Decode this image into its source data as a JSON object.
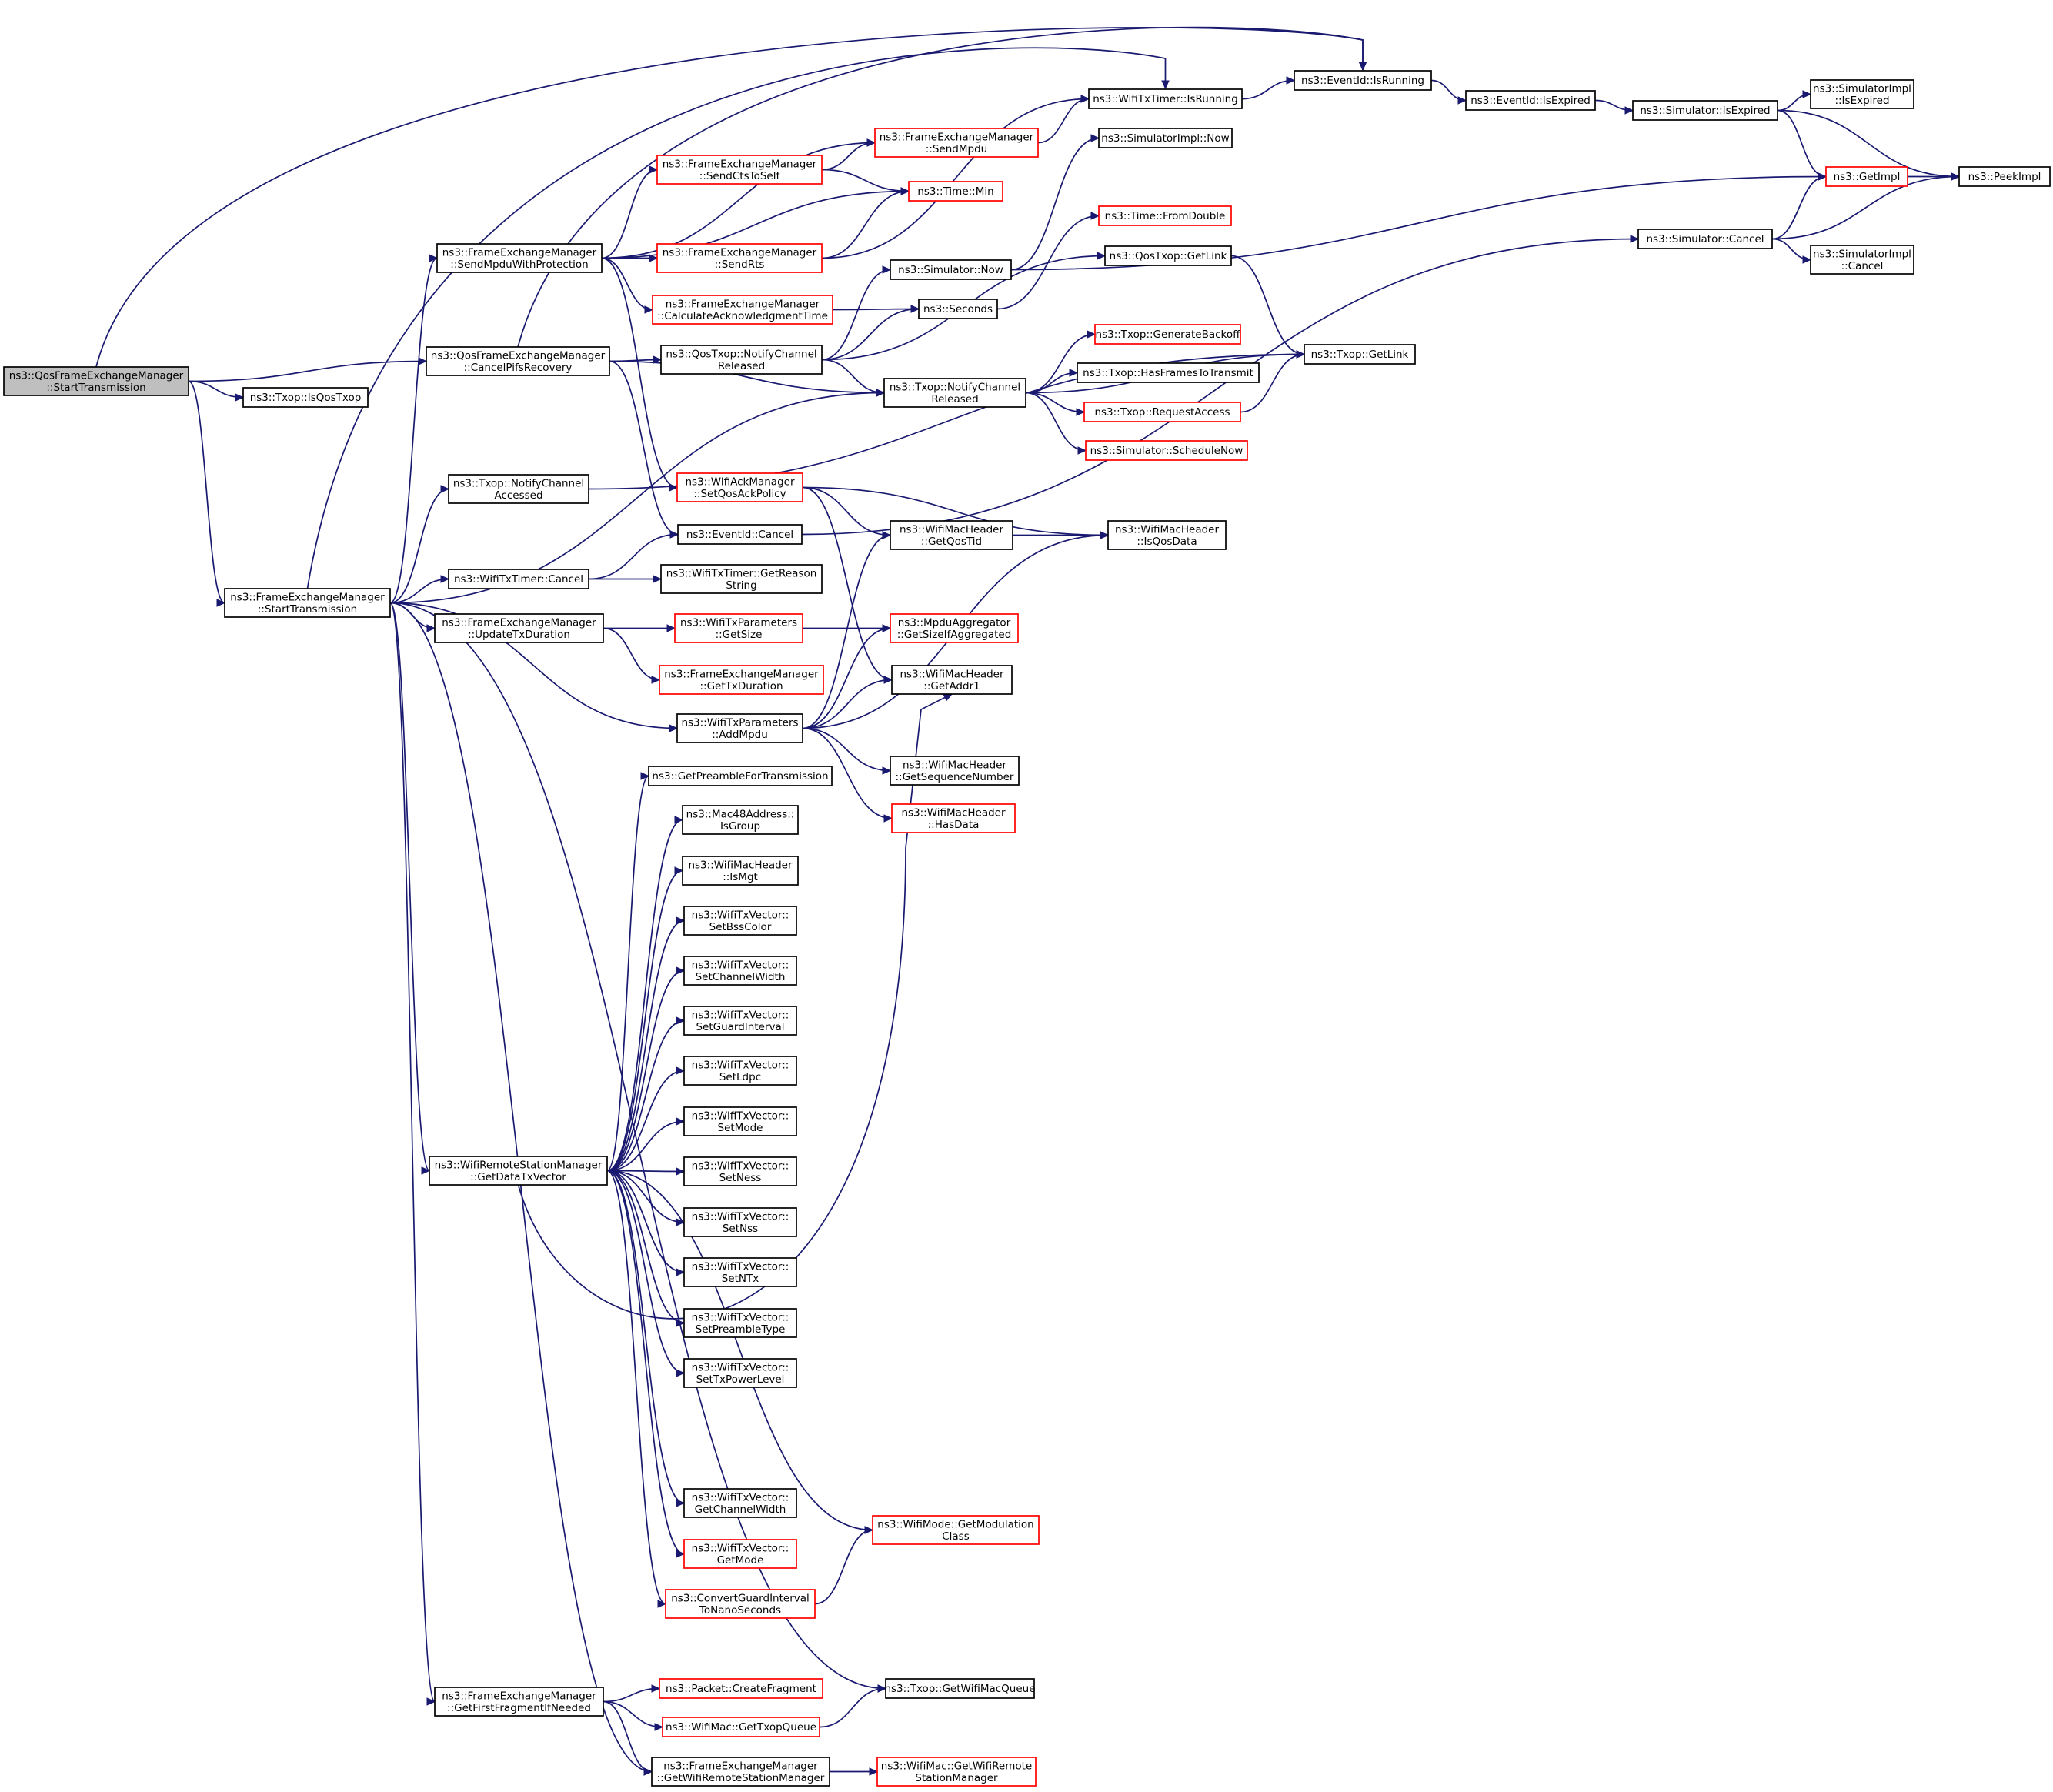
{
  "colors": {
    "edge": "#191970",
    "normal_border": "#000000",
    "red_border": "#ff0000",
    "root_fill": "#bfbfbf",
    "fill": "#ffffff"
  },
  "nodes": [
    {
      "id": "root",
      "lines": [
        "ns3::QosFrameExchangeManager",
        "::StartTransmission"
      ],
      "style": "root"
    },
    {
      "id": "isqos",
      "lines": [
        "ns3::Txop::IsQosTxop"
      ],
      "style": "normal"
    },
    {
      "id": "cpr",
      "lines": [
        "ns3::QosFrameExchangeManager",
        "::CancelPifsRecovery"
      ],
      "style": "normal"
    },
    {
      "id": "fst",
      "lines": [
        "ns3::FrameExchangeManager",
        "::StartTransmission"
      ],
      "style": "normal"
    },
    {
      "id": "smwp",
      "lines": [
        "ns3::FrameExchangeManager",
        "::SendMpduWithProtection"
      ],
      "style": "normal"
    },
    {
      "id": "sendmpdu",
      "lines": [
        "ns3::FrameExchangeManager",
        "::SendMpdu"
      ],
      "style": "red"
    },
    {
      "id": "sctself",
      "lines": [
        "ns3::FrameExchangeManager",
        "::SendCtsToSelf"
      ],
      "style": "red"
    },
    {
      "id": "timemin",
      "lines": [
        "ns3::Time::Min"
      ],
      "style": "red"
    },
    {
      "id": "sendrts",
      "lines": [
        "ns3::FrameExchangeManager",
        "::SendRts"
      ],
      "style": "red"
    },
    {
      "id": "calcack",
      "lines": [
        "ns3::FrameExchangeManager",
        "::CalculateAcknowledgmentTime"
      ],
      "style": "red"
    },
    {
      "id": "wtimerrun",
      "lines": [
        "ns3::WifiTxTimer::IsRunning"
      ],
      "style": "normal"
    },
    {
      "id": "evrun",
      "lines": [
        "ns3::EventId::IsRunning"
      ],
      "style": "normal"
    },
    {
      "id": "evexp",
      "lines": [
        "ns3::EventId::IsExpired"
      ],
      "style": "normal"
    },
    {
      "id": "simexp",
      "lines": [
        "ns3::Simulator::IsExpired"
      ],
      "style": "normal"
    },
    {
      "id": "siexp",
      "lines": [
        "ns3::SimulatorImpl",
        "::IsExpired"
      ],
      "style": "normal"
    },
    {
      "id": "getimpl",
      "lines": [
        "ns3::GetImpl"
      ],
      "style": "red"
    },
    {
      "id": "peek",
      "lines": [
        "ns3::PeekImpl"
      ],
      "style": "normal"
    },
    {
      "id": "simcancel",
      "lines": [
        "ns3::Simulator::Cancel"
      ],
      "style": "normal"
    },
    {
      "id": "sicancel",
      "lines": [
        "ns3::SimulatorImpl",
        "::Cancel"
      ],
      "style": "normal"
    },
    {
      "id": "sinow",
      "lines": [
        "ns3::SimulatorImpl::Now"
      ],
      "style": "normal"
    },
    {
      "id": "fromdouble",
      "lines": [
        "ns3::Time::FromDouble"
      ],
      "style": "red"
    },
    {
      "id": "simnow",
      "lines": [
        "ns3::Simulator::Now"
      ],
      "style": "normal"
    },
    {
      "id": "seconds",
      "lines": [
        "ns3::Seconds"
      ],
      "style": "normal"
    },
    {
      "id": "qncr",
      "lines": [
        "ns3::QosTxop::NotifyChannel",
        "Released"
      ],
      "style": "normal"
    },
    {
      "id": "qgetlink",
      "lines": [
        "ns3::QosTxop::GetLink"
      ],
      "style": "normal"
    },
    {
      "id": "tgetlink",
      "lines": [
        "ns3::Txop::GetLink"
      ],
      "style": "normal"
    },
    {
      "id": "tncr",
      "lines": [
        "ns3::Txop::NotifyChannel",
        "Released"
      ],
      "style": "normal"
    },
    {
      "id": "genbackoff",
      "lines": [
        "ns3::Txop::GenerateBackoff"
      ],
      "style": "red"
    },
    {
      "id": "hasframes",
      "lines": [
        "ns3::Txop::HasFramesToTransmit"
      ],
      "style": "normal"
    },
    {
      "id": "reqaccess",
      "lines": [
        "ns3::Txop::RequestAccess"
      ],
      "style": "red"
    },
    {
      "id": "schednow",
      "lines": [
        "ns3::Simulator::ScheduleNow"
      ],
      "style": "red"
    },
    {
      "id": "tnca",
      "lines": [
        "ns3::Txop::NotifyChannel",
        "Accessed"
      ],
      "style": "normal"
    },
    {
      "id": "setqos",
      "lines": [
        "ns3::WifiAckManager",
        "::SetQosAckPolicy"
      ],
      "style": "red"
    },
    {
      "id": "evcancel",
      "lines": [
        "ns3::EventId::Cancel"
      ],
      "style": "normal"
    },
    {
      "id": "getqostid",
      "lines": [
        "ns3::WifiMacHeader",
        "::GetQosTid"
      ],
      "style": "normal"
    },
    {
      "id": "isqosdata",
      "lines": [
        "ns3::WifiMacHeader",
        "::IsQosData"
      ],
      "style": "normal"
    },
    {
      "id": "wtcancel",
      "lines": [
        "ns3::WifiTxTimer::Cancel"
      ],
      "style": "normal"
    },
    {
      "id": "getreason",
      "lines": [
        "ns3::WifiTxTimer::GetReason",
        "String"
      ],
      "style": "normal"
    },
    {
      "id": "utxd",
      "lines": [
        "ns3::FrameExchangeManager",
        "::UpdateTxDuration"
      ],
      "style": "normal"
    },
    {
      "id": "wtpsize",
      "lines": [
        "ns3::WifiTxParameters",
        "::GetSize"
      ],
      "style": "red"
    },
    {
      "id": "getsizeagg",
      "lines": [
        "ns3::MpduAggregator",
        "::GetSizeIfAggregated"
      ],
      "style": "red"
    },
    {
      "id": "gettxdur",
      "lines": [
        "ns3::FrameExchangeManager",
        "::GetTxDuration"
      ],
      "style": "red"
    },
    {
      "id": "addmpdu",
      "lines": [
        "ns3::WifiTxParameters",
        "::AddMpdu"
      ],
      "style": "normal"
    },
    {
      "id": "getaddr1",
      "lines": [
        "ns3::WifiMacHeader",
        "::GetAddr1"
      ],
      "style": "normal"
    },
    {
      "id": "getseq",
      "lines": [
        "ns3::WifiMacHeader",
        "::GetSequenceNumber"
      ],
      "style": "normal"
    },
    {
      "id": "hasdata",
      "lines": [
        "ns3::WifiMacHeader",
        "::HasData"
      ],
      "style": "red"
    },
    {
      "id": "getpreamble",
      "lines": [
        "ns3::GetPreambleForTransmission"
      ],
      "style": "normal"
    },
    {
      "id": "isgroup",
      "lines": [
        "ns3::Mac48Address::",
        "IsGroup"
      ],
      "style": "normal"
    },
    {
      "id": "ismgt",
      "lines": [
        "ns3::WifiMacHeader",
        "::IsMgt"
      ],
      "style": "normal"
    },
    {
      "id": "setbss",
      "lines": [
        "ns3::WifiTxVector::",
        "SetBssColor"
      ],
      "style": "normal"
    },
    {
      "id": "setcw",
      "lines": [
        "ns3::WifiTxVector::",
        "SetChannelWidth"
      ],
      "style": "normal"
    },
    {
      "id": "setgi",
      "lines": [
        "ns3::WifiTxVector::",
        "SetGuardInterval"
      ],
      "style": "normal"
    },
    {
      "id": "setldpc",
      "lines": [
        "ns3::WifiTxVector::",
        "SetLdpc"
      ],
      "style": "normal"
    },
    {
      "id": "setmode",
      "lines": [
        "ns3::WifiTxVector::",
        "SetMode"
      ],
      "style": "normal"
    },
    {
      "id": "setness",
      "lines": [
        "ns3::WifiTxVector::",
        "SetNess"
      ],
      "style": "normal"
    },
    {
      "id": "setnss",
      "lines": [
        "ns3::WifiTxVector::",
        "SetNss"
      ],
      "style": "normal"
    },
    {
      "id": "setntx",
      "lines": [
        "ns3::WifiTxVector::",
        "SetNTx"
      ],
      "style": "normal"
    },
    {
      "id": "setpre",
      "lines": [
        "ns3::WifiTxVector::",
        "SetPreambleType"
      ],
      "style": "normal"
    },
    {
      "id": "settxp",
      "lines": [
        "ns3::WifiTxVector::",
        "SetTxPowerLevel"
      ],
      "style": "normal"
    },
    {
      "id": "gdtv",
      "lines": [
        "ns3::WifiRemoteStationManager",
        "::GetDataTxVector"
      ],
      "style": "normal"
    },
    {
      "id": "getcw",
      "lines": [
        "ns3::WifiTxVector::",
        "GetChannelWidth"
      ],
      "style": "normal"
    },
    {
      "id": "getmode",
      "lines": [
        "ns3::WifiTxVector::",
        "GetMode"
      ],
      "style": "red"
    },
    {
      "id": "getmodcls",
      "lines": [
        "ns3::WifiMode::GetModulation",
        "Class"
      ],
      "style": "red"
    },
    {
      "id": "convgi",
      "lines": [
        "ns3::ConvertGuardInterval",
        "ToNanoSeconds"
      ],
      "style": "red"
    },
    {
      "id": "gffn",
      "lines": [
        "ns3::FrameExchangeManager",
        "::GetFirstFragmentIfNeeded"
      ],
      "style": "normal"
    },
    {
      "id": "createfrag",
      "lines": [
        "ns3::Packet::CreateFragment"
      ],
      "style": "red"
    },
    {
      "id": "gettxopq",
      "lines": [
        "ns3::WifiMac::GetTxopQueue"
      ],
      "style": "red"
    },
    {
      "id": "getwmq",
      "lines": [
        "ns3::Txop::GetWifiMacQueue"
      ],
      "style": "normal"
    },
    {
      "id": "gwrsm",
      "lines": [
        "ns3::FrameExchangeManager",
        "::GetWifiRemoteStationManager"
      ],
      "style": "normal"
    },
    {
      "id": "getwrsm2",
      "lines": [
        "ns3::WifiMac::GetWifiRemote",
        "StationManager"
      ],
      "style": "red"
    }
  ]
}
